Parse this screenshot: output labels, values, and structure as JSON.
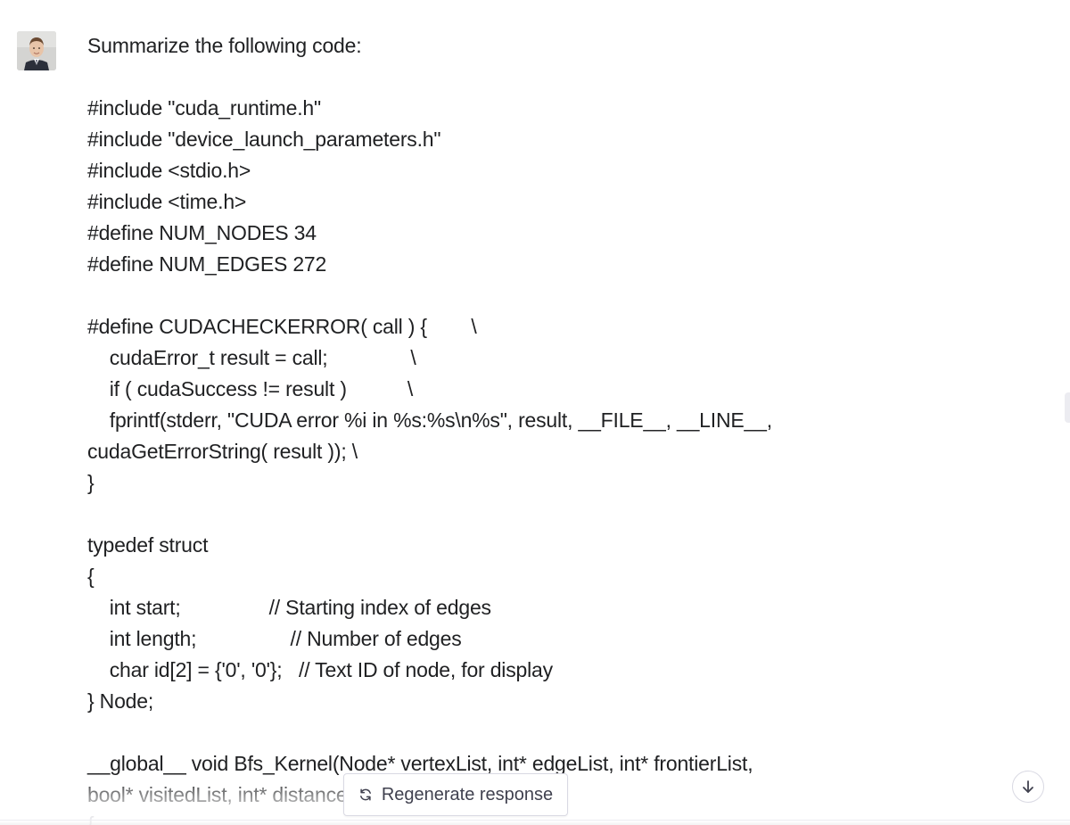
{
  "user_message": {
    "prompt": "Summarize the following code:",
    "code_lines": [
      "#include \"cuda_runtime.h\"",
      "#include \"device_launch_parameters.h\"",
      "#include <stdio.h>",
      "#include <time.h>",
      "#define NUM_NODES 34",
      "#define NUM_EDGES 272",
      "",
      "#define CUDACHECKERROR( call ) {        \\",
      "    cudaError_t result = call;               \\",
      "    if ( cudaSuccess != result )           \\",
      "    fprintf(stderr, \"CUDA error %i in %s:%s\\n%s\", result, __FILE__, __LINE__,",
      "cudaGetErrorString( result )); \\",
      "}",
      "",
      "typedef struct",
      "{",
      "    int start;                // Starting index of edges",
      "    int length;                 // Number of edges",
      "    char id[2] = {'0', '0'};   // Text ID of node, for display",
      "} Node;",
      "",
      "__global__ void Bfs_Kernel(Node* vertexList, int* edgeList, int* frontierList,",
      "bool* visitedList, int* distanceList, char* pathList)"
    ],
    "partial_next_line": "{"
  },
  "controls": {
    "regenerate_label": "Regenerate response",
    "regenerate_icon": "refresh-icon",
    "scroll_icon": "arrow-down-icon"
  },
  "colors": {
    "text": "#202123",
    "button_border": "#d9d9e3",
    "button_text": "#40414f"
  }
}
